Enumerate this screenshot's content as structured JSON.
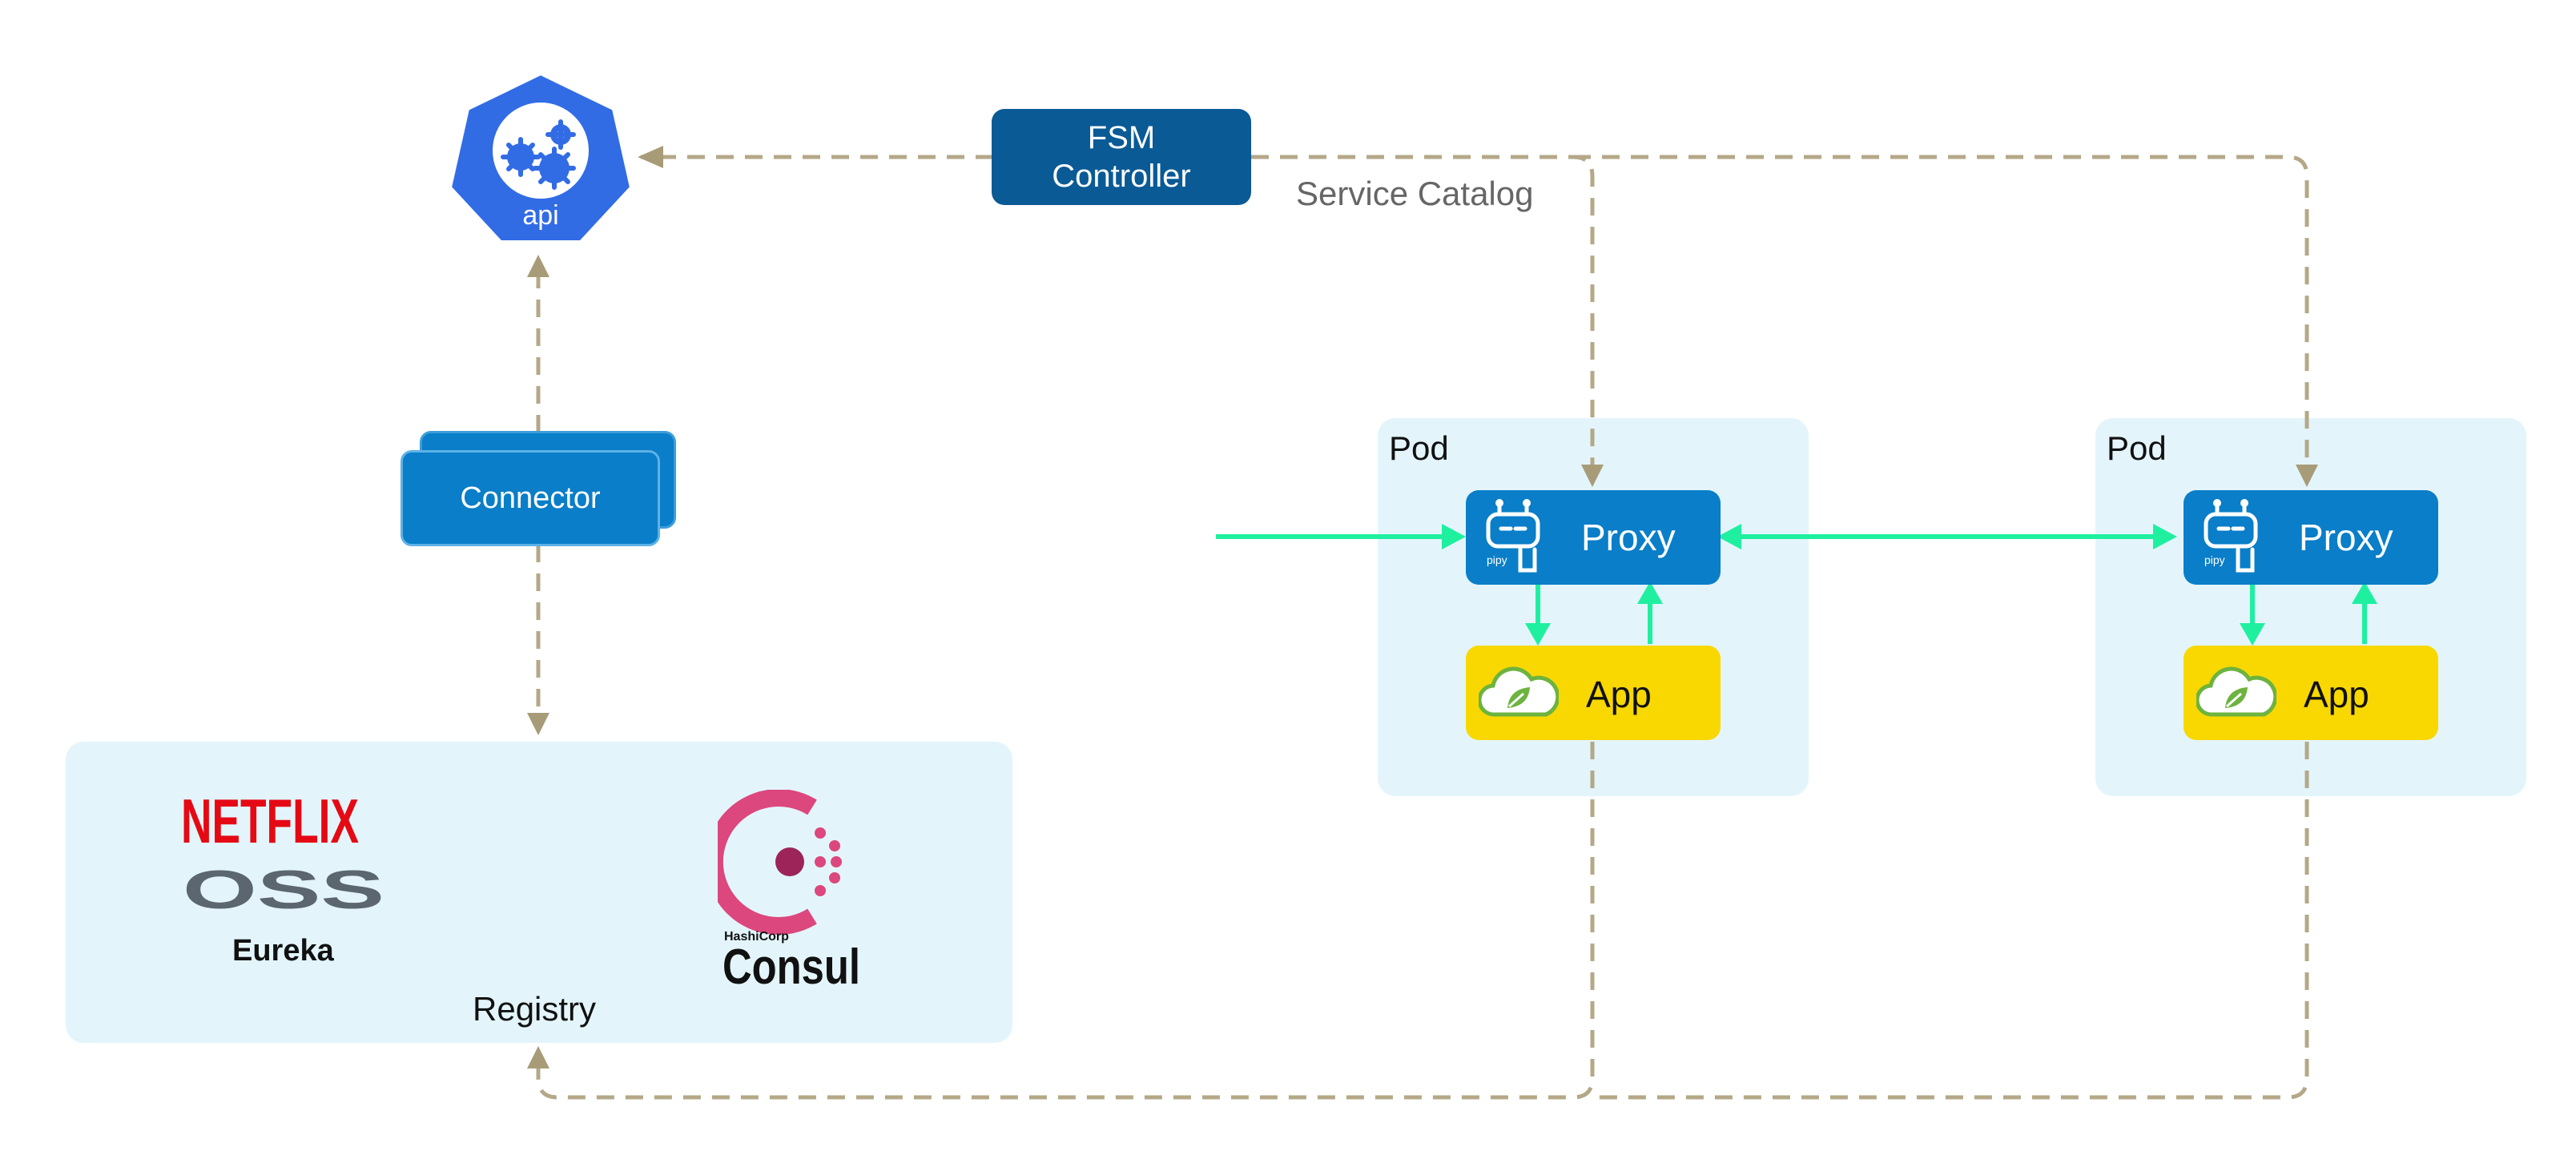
{
  "api": {
    "label": "api"
  },
  "fsm_controller": {
    "line1": "FSM",
    "line2": "Controller"
  },
  "service_catalog": {
    "label": "Service Catalog"
  },
  "connector": {
    "label": "Connector"
  },
  "registry": {
    "label": "Registry",
    "netflix_logo_text": "NETFLIX",
    "oss_logo_text": "OSS",
    "eureka_label": "Eureka",
    "hashicorp_text": "HashiCorp",
    "consul_text": "Consul"
  },
  "pods": [
    {
      "label": "Pod",
      "proxy_label": "Proxy",
      "proxy_icon_text": "pipy",
      "app_label": "App"
    },
    {
      "label": "Pod",
      "proxy_label": "Proxy",
      "proxy_icon_text": "pipy",
      "app_label": "App"
    }
  ],
  "colors": {
    "panel_bg": "#e3f5fb",
    "fsm_blue": "#0a5a96",
    "proxy_blue": "#0a7ec8",
    "app_yellow": "#f8d800",
    "k8s_blue": "#326ce5",
    "traffic_green": "#1ef0a0",
    "catalog_line": "#b4a888",
    "netflix_red": "#e50914",
    "oss_gray": "#5c6670",
    "consul_pink": "#dc477d",
    "spring_green": "#6db33f"
  },
  "icons": {
    "api": "kubernetes-api-icon",
    "proxy": "pipy-robot-icon",
    "app": "spring-cloud-icon"
  }
}
